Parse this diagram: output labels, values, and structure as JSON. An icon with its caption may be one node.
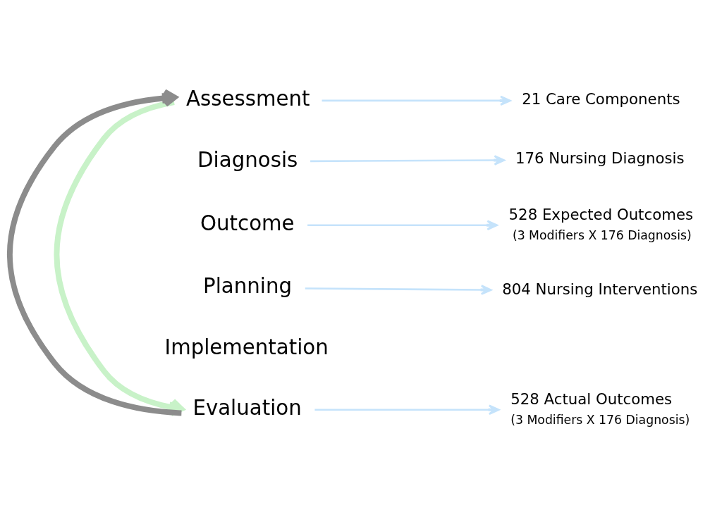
{
  "diagram": {
    "nodes": [
      {
        "text": [
          "Assessment"
        ]
      },
      {
        "text": [
          "Diagnosis"
        ]
      },
      {
        "text": [
          "Outcome"
        ]
      },
      {
        "text": [
          "Planning"
        ]
      },
      {
        "text": [
          "Implementation"
        ]
      },
      {
        "text": [
          "Evaluation"
        ]
      },
      {
        "text": [
          "21 Care Components"
        ]
      },
      {
        "text": [
          "176 Nursing Diagnosis"
        ]
      },
      {
        "text": [
          "528 Expected Outcomes"
        ],
        "beside": [
          "(3 Modifiers X 176 Diagnosis)"
        ]
      },
      {
        "text": [
          "804 Nursing Interventions"
        ]
      },
      {
        "text": [
          "528 Actual Outcomes"
        ],
        "beside": [
          "(3 Modifiers X 176 Diagnosis)"
        ]
      }
    ],
    "edges": [
      {
        "from": 0,
        "to": 5,
        "arrow": "to",
        "style": "thick",
        "color": "#c8f2c8"
      },
      {
        "from": 5,
        "to": 0,
        "arrow": "to",
        "style": "thick",
        "color": "#8c8c8c"
      },
      {
        "from": 0,
        "to": 6,
        "arrow": "to"
      },
      {
        "from": 1,
        "to": 7,
        "arrow": "to"
      },
      {
        "from": 2,
        "to": 8,
        "arrow": "to"
      },
      {
        "from": 3,
        "to": 9,
        "arrow": "to"
      },
      {
        "from": 5,
        "to": 10,
        "arrow": "to"
      }
    ]
  }
}
